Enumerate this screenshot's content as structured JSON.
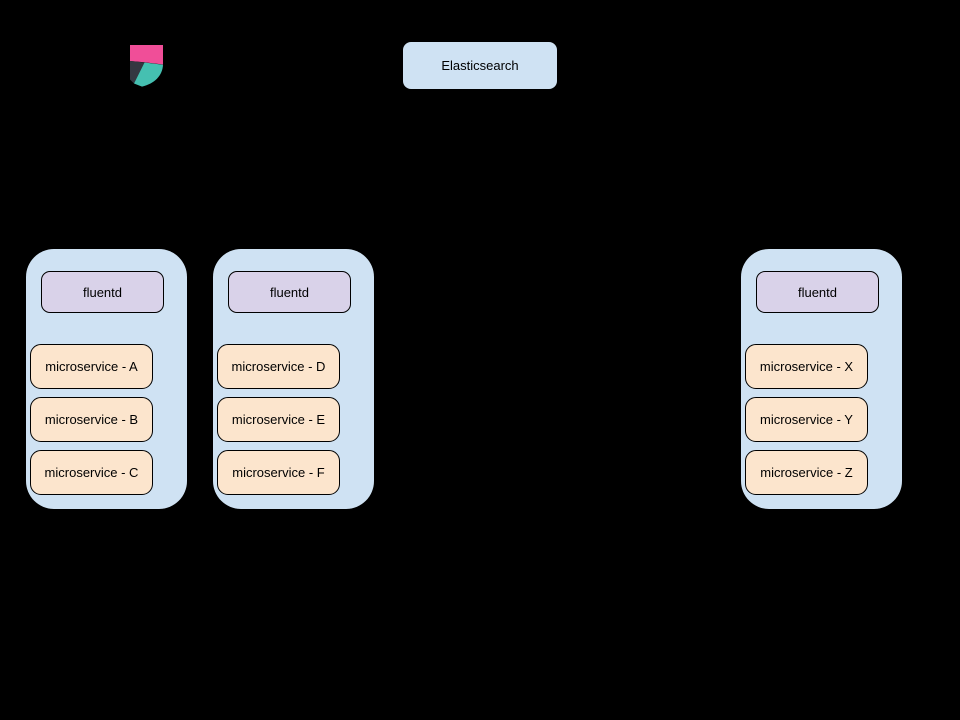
{
  "colors": {
    "background": "#000000",
    "container_fill": "#cfe2f3",
    "elasticsearch_fill": "#cfe2f3",
    "fluentd_fill": "#d9d2e9",
    "microservice_fill": "#fce5cd",
    "box_border": "#000000",
    "line": "#000000",
    "connector_square_fill": "#ffffff",
    "logo_pink": "#f04e98",
    "logo_dark": "#343741",
    "logo_teal": "#45c0b1"
  },
  "diagram": {
    "logo_icon": "kibana-logo-icon",
    "elasticsearch": {
      "label": "Elasticsearch"
    },
    "clusters": [
      {
        "fluentd_label": "fluentd",
        "microservices": [
          "microservice - A",
          "microservice - B",
          "microservice - C"
        ]
      },
      {
        "fluentd_label": "fluentd",
        "microservices": [
          "microservice - D",
          "microservice - E",
          "microservice - F"
        ]
      },
      {
        "fluentd_label": "fluentd",
        "microservices": [
          "microservice - X",
          "microservice - Y",
          "microservice - Z"
        ]
      }
    ]
  }
}
